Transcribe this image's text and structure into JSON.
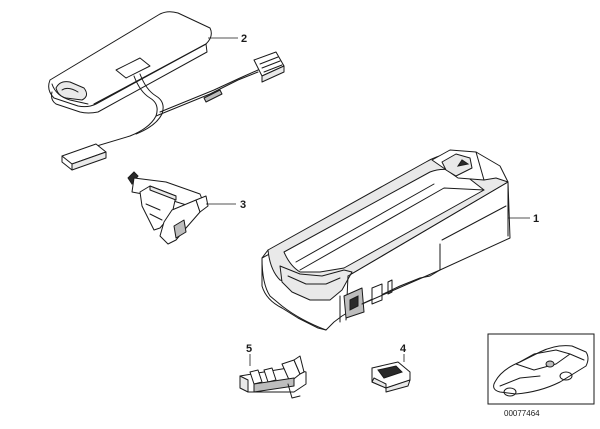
{
  "callouts": {
    "part_1": "1",
    "part_2": "2",
    "part_3": "3",
    "part_4": "4",
    "part_5": "5"
  },
  "thumbnail": {
    "image_number": "00077464"
  }
}
